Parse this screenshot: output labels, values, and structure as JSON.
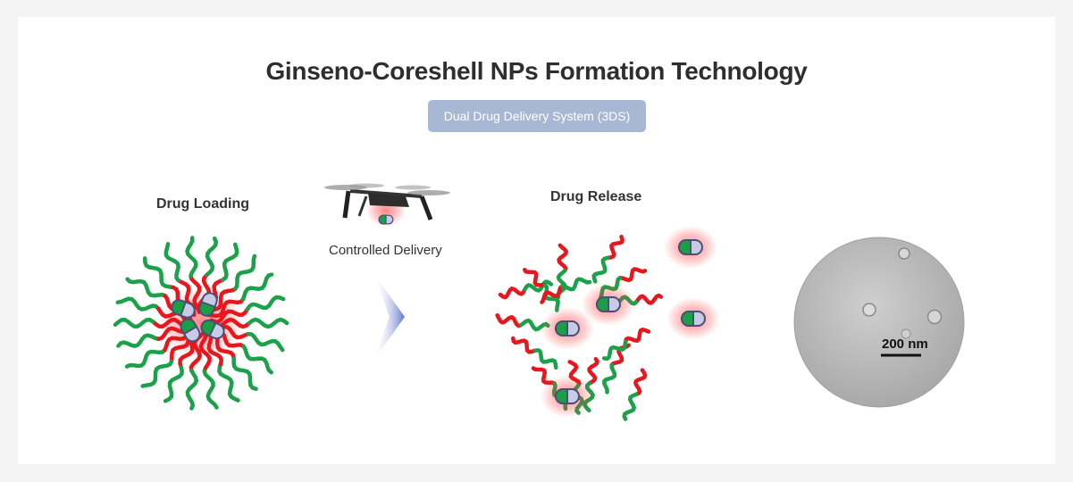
{
  "header": {
    "title": "Ginseno-Coreshell NPs Formation Technology",
    "badge": "Dual Drug Delivery System (3DS)"
  },
  "panels": {
    "loading_label": "Drug Loading",
    "delivery_label": "Controlled Delivery",
    "release_label": "Drug Release",
    "scale_label": "200 nm"
  },
  "colors": {
    "page_background": "#f4f4f4",
    "card_background": "#ffffff",
    "badge_background": "#a8b8d4",
    "hydrophilic_green": "#1aa14a",
    "hydrophobic_red": "#e8161d",
    "capsule_lavender": "#c8cbe6",
    "capsule_outline": "#4a4f7a",
    "arrow_blue": "#6a7fd0",
    "micrograph_gray": "#bcbcbc"
  },
  "icons": [
    "drone-icon",
    "drug-capsule-icon",
    "chevron-right-arrow-icon",
    "micelle-icon",
    "micrograph-image"
  ]
}
